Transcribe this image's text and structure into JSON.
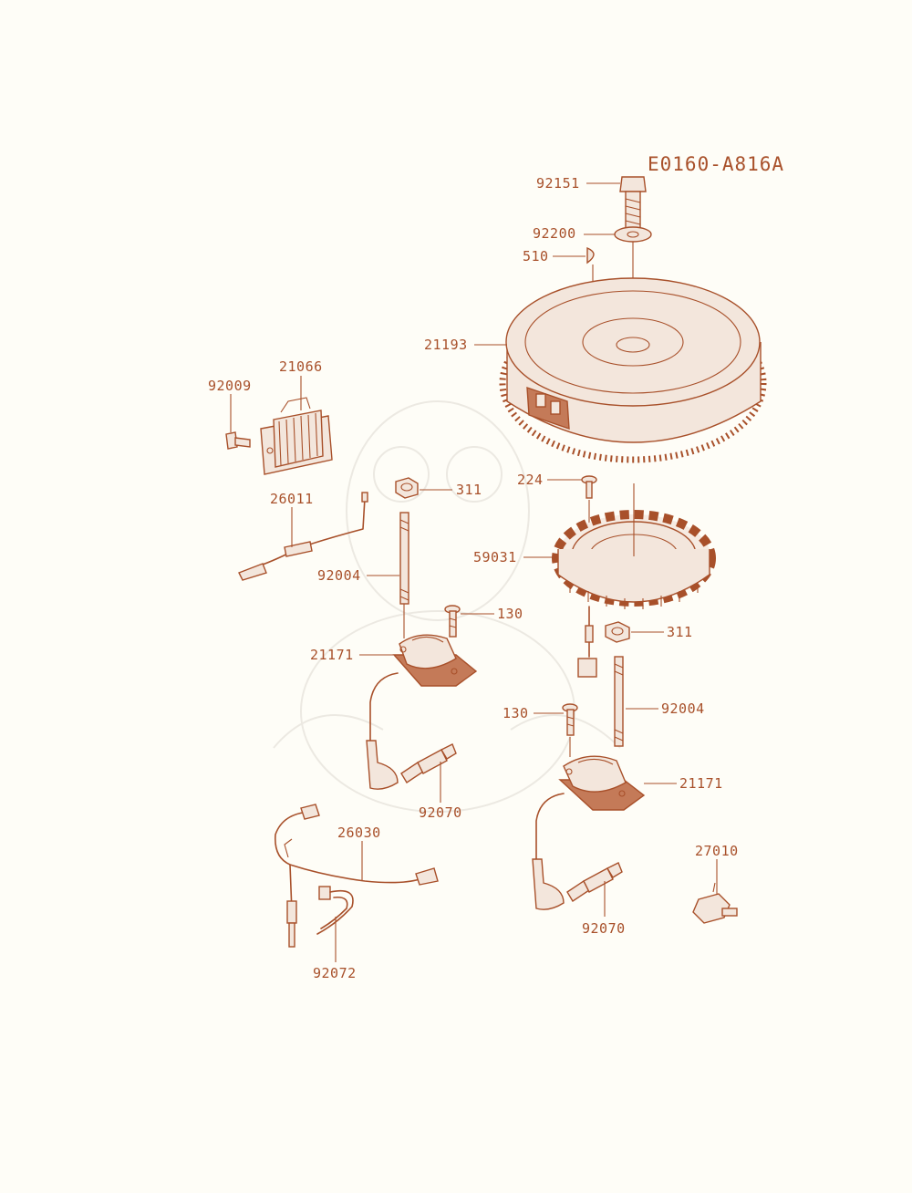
{
  "diagram_code": "E0160-A816A",
  "parts": [
    {
      "id": "flywheel-bolt",
      "label": "92151"
    },
    {
      "id": "washer",
      "label": "92200"
    },
    {
      "id": "key",
      "label": "510"
    },
    {
      "id": "flywheel",
      "label": "21193"
    },
    {
      "id": "regulator",
      "label": "21066"
    },
    {
      "id": "regulator-bolt",
      "label": "92009"
    },
    {
      "id": "screw-stator",
      "label": "224"
    },
    {
      "id": "nut-left",
      "label": "311"
    },
    {
      "id": "lead-wire",
      "label": "26011"
    },
    {
      "id": "stator",
      "label": "59031"
    },
    {
      "id": "stud-left",
      "label": "92004"
    },
    {
      "id": "bolt-coil-left",
      "label": "130"
    },
    {
      "id": "nut-right",
      "label": "311"
    },
    {
      "id": "ignition-coil-left",
      "label": "21171"
    },
    {
      "id": "bolt-coil-right",
      "label": "130"
    },
    {
      "id": "stud-right",
      "label": "92004"
    },
    {
      "id": "ignition-coil-right",
      "label": "21171"
    },
    {
      "id": "spark-plug-left",
      "label": "92070"
    },
    {
      "id": "wire-harness",
      "label": "26030"
    },
    {
      "id": "switch",
      "label": "27010"
    },
    {
      "id": "spark-plug-right",
      "label": "92070"
    },
    {
      "id": "clamp",
      "label": "92072"
    }
  ],
  "colors": {
    "ink": "#a8502a",
    "background": "#fefdf7"
  }
}
